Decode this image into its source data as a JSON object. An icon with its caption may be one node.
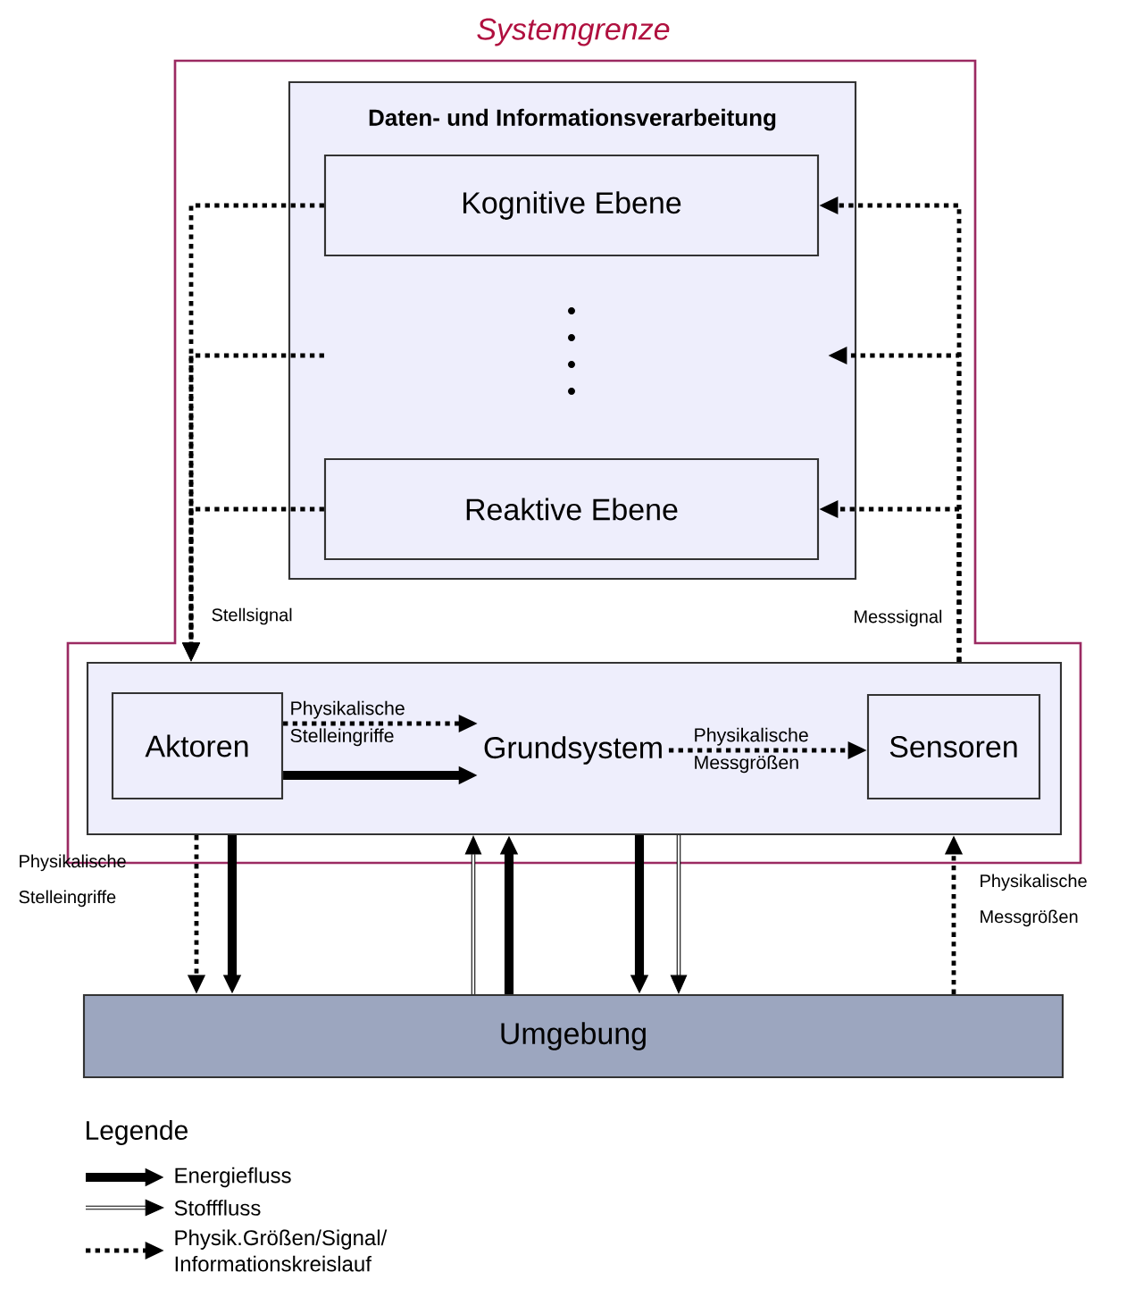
{
  "diagram": {
    "nodes": [
      {
        "text": [
          "Systemgrenze"
        ]
      },
      {
        "text": [
          "Daten- und Informationsverarbeitung"
        ],
        "in": 0
      },
      {
        "text": [
          "Kognitive Ebene"
        ],
        "in": 1
      },
      {
        "text": [
          "Reaktive Ebene"
        ],
        "in": 1
      },
      {
        "text": [],
        "shape": "box",
        "in": 0
      },
      {
        "text": [
          "Aktoren"
        ],
        "in": 4
      },
      {
        "text": [
          "Grundsystem"
        ],
        "in": 4
      },
      {
        "text": [
          "Sensoren"
        ],
        "in": 4
      },
      {
        "text": [
          "Umgebung"
        ]
      }
    ],
    "edges": [
      {
        "from": 2,
        "to": 4,
        "arrow": "to",
        "style": "dashed"
      },
      {
        "from": 1,
        "to": 4,
        "arrow": "to",
        "style": "dashed"
      },
      {
        "from": 3,
        "to": 4,
        "arrow": "to",
        "style": "dashed"
      },
      {
        "from": 4,
        "to": 2,
        "arrow": "to",
        "style": "dashed"
      },
      {
        "from": 4,
        "to": 1,
        "arrow": "to",
        "style": "dashed"
      },
      {
        "from": 4,
        "to": 3,
        "arrow": "to",
        "style": "dashed"
      },
      {
        "from": 5,
        "to": 6,
        "arrow": "to",
        "style": "dashed",
        "label": "Physikalische Stelleingriffe"
      },
      {
        "from": 5,
        "to": 6,
        "arrow": "to",
        "style": "thick"
      },
      {
        "from": 6,
        "to": 7,
        "arrow": "to",
        "style": "dashed",
        "label": "Physikalische Messgrößen"
      },
      {
        "from": 4,
        "to": 8,
        "arrow": "to",
        "style": "dashed"
      },
      {
        "from": 4,
        "to": 8,
        "arrow": "to",
        "style": "thick"
      },
      {
        "from": 8,
        "to": 4,
        "arrow": "to"
      },
      {
        "from": 8,
        "to": 4,
        "arrow": "to",
        "style": "thick"
      },
      {
        "from": 4,
        "to": 8,
        "arrow": "to",
        "style": "thick"
      },
      {
        "from": 4,
        "to": 8,
        "arrow": "to"
      },
      {
        "from": 8,
        "to": 4,
        "arrow": "to",
        "style": "dashed"
      }
    ],
    "labels": [
      "Stellsignal",
      "Messsignal",
      "Physikalische Stelleingriffe",
      "Physikalische Messgrößen",
      "Legende"
    ],
    "legend": [
      {
        "text": "Energiefluss"
      },
      {
        "text": "Stofffluss"
      },
      {
        "text": "Physik.Größen/Signal/ Informationskreislauf"
      }
    ]
  }
}
